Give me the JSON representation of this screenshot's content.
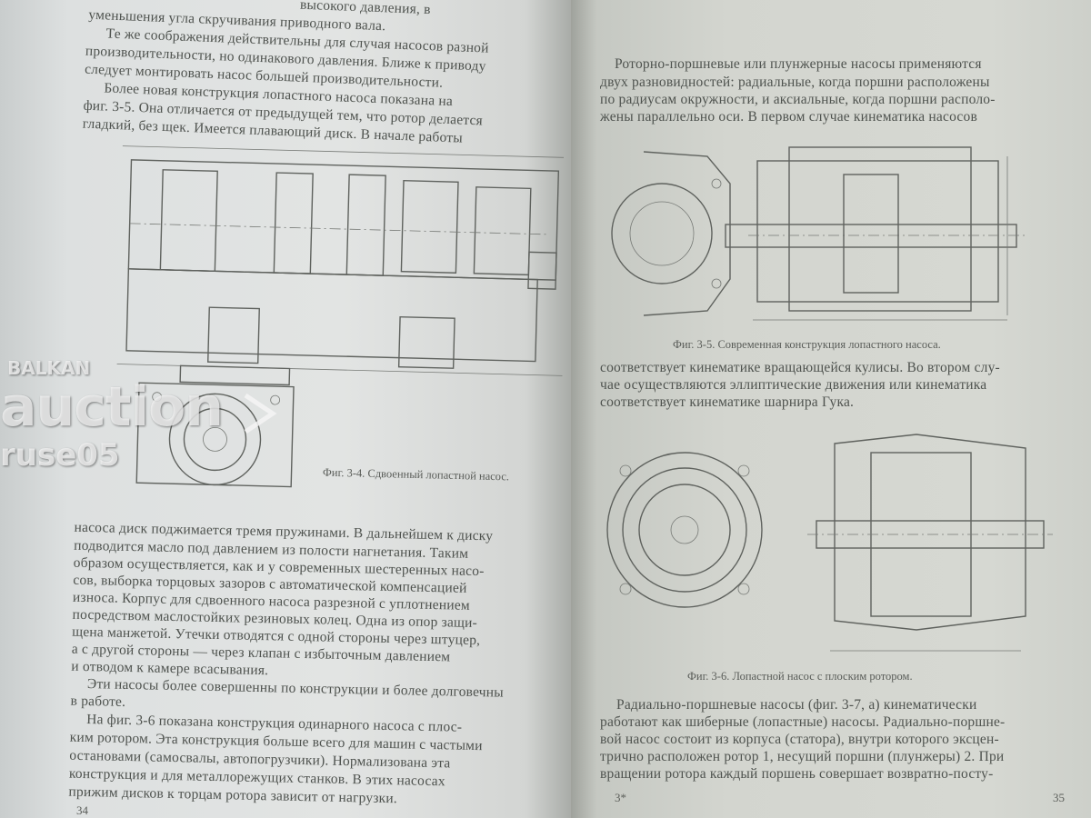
{
  "left_page": {
    "top_lines": [
      "высокого давления, в",
      "уменьшения угла скручивания приводного вала.",
      "Те же соображения действительны для случая насосов разной",
      "производительности, но одинакового давления. Ближе к приводу",
      "следует монтировать насос большей производительности.",
      "Более новая конструкция лопастного насоса показана на",
      "фиг. 3-5. Она отличается от предыдущей тем, что ротор делается",
      "гладкий, без щек. Имеется плавающий диск. В начале работы"
    ],
    "figure_caption": "Фиг. 3-4. Сдвоенный лопастной насос.",
    "bottom_lines": [
      "насоса диск поджимается тремя пружинами. В дальнейшем к диску",
      "подводится масло под давлением из полости нагнетания. Таким",
      "образом осуществляется, как и у современных шестеренных насо-",
      "сов, выборка торцовых зазоров с автоматической компенсацией",
      "износа. Корпус для сдвоенного насоса разрезной с уплотнением",
      "посредством маслостойких резиновых колец. Одна из опор защи-",
      "щена манжетой. Утечки отводятся с одной стороны через штуцер,",
      "а с другой стороны — через клапан с избыточным давлением",
      "и отводом к камере всасывания.",
      "Эти насосы более совершенны по конструкции и более долговечны",
      "в работе.",
      "На фиг. 3-6 показана конструкция одинарного насоса с плос-",
      "ким ротором. Эта конструкция больше всего для машин с частыми",
      "остановами (самосвалы, автопогрузчики). Нормализована эта",
      "конструкция и для металлорежущих станков. В этих насосах",
      "прижим дисков к торцам ротора зависит от нагрузки."
    ],
    "page_number": "34"
  },
  "right_page": {
    "top_lines": [
      "Роторно-поршневые или плунжерные насосы применяются",
      "двух разновидностей: радиальные, когда поршни расположены",
      "по радиусам окружности, и аксиальные, когда поршни располо-",
      "жены параллельно оси. В первом случае кинематика насосов"
    ],
    "figure1_caption": "Фиг. 3-5. Современная конструкция лопастного насоса.",
    "middle_lines": [
      "соответствует кинематике вращающейся кулисы. Во втором слу-",
      "чае осуществляются эллиптические движения или кинематика",
      "соответствует кинематике шарнира Гука."
    ],
    "figure2_caption": "Фиг. 3-6. Лопастной насос с плоским ротором.",
    "bottom_lines": [
      "Радиально-поршневые насосы (фиг. 3-7, а) кинематически",
      "работают как шиберные (лопастные) насосы. Радиально-поршне-",
      "вой насос состоит из корпуса (статора), внутри которого эксцен-",
      "трично расположен ротор 1, несущий поршни (плунжеры) 2. При",
      "вращении ротора каждый поршень совершает возвратно-посту-"
    ],
    "signature_mark": "3*",
    "page_number": "35"
  },
  "watermark": {
    "line1": "BALKAN",
    "line2": "auction",
    "line3": "ruse05"
  }
}
